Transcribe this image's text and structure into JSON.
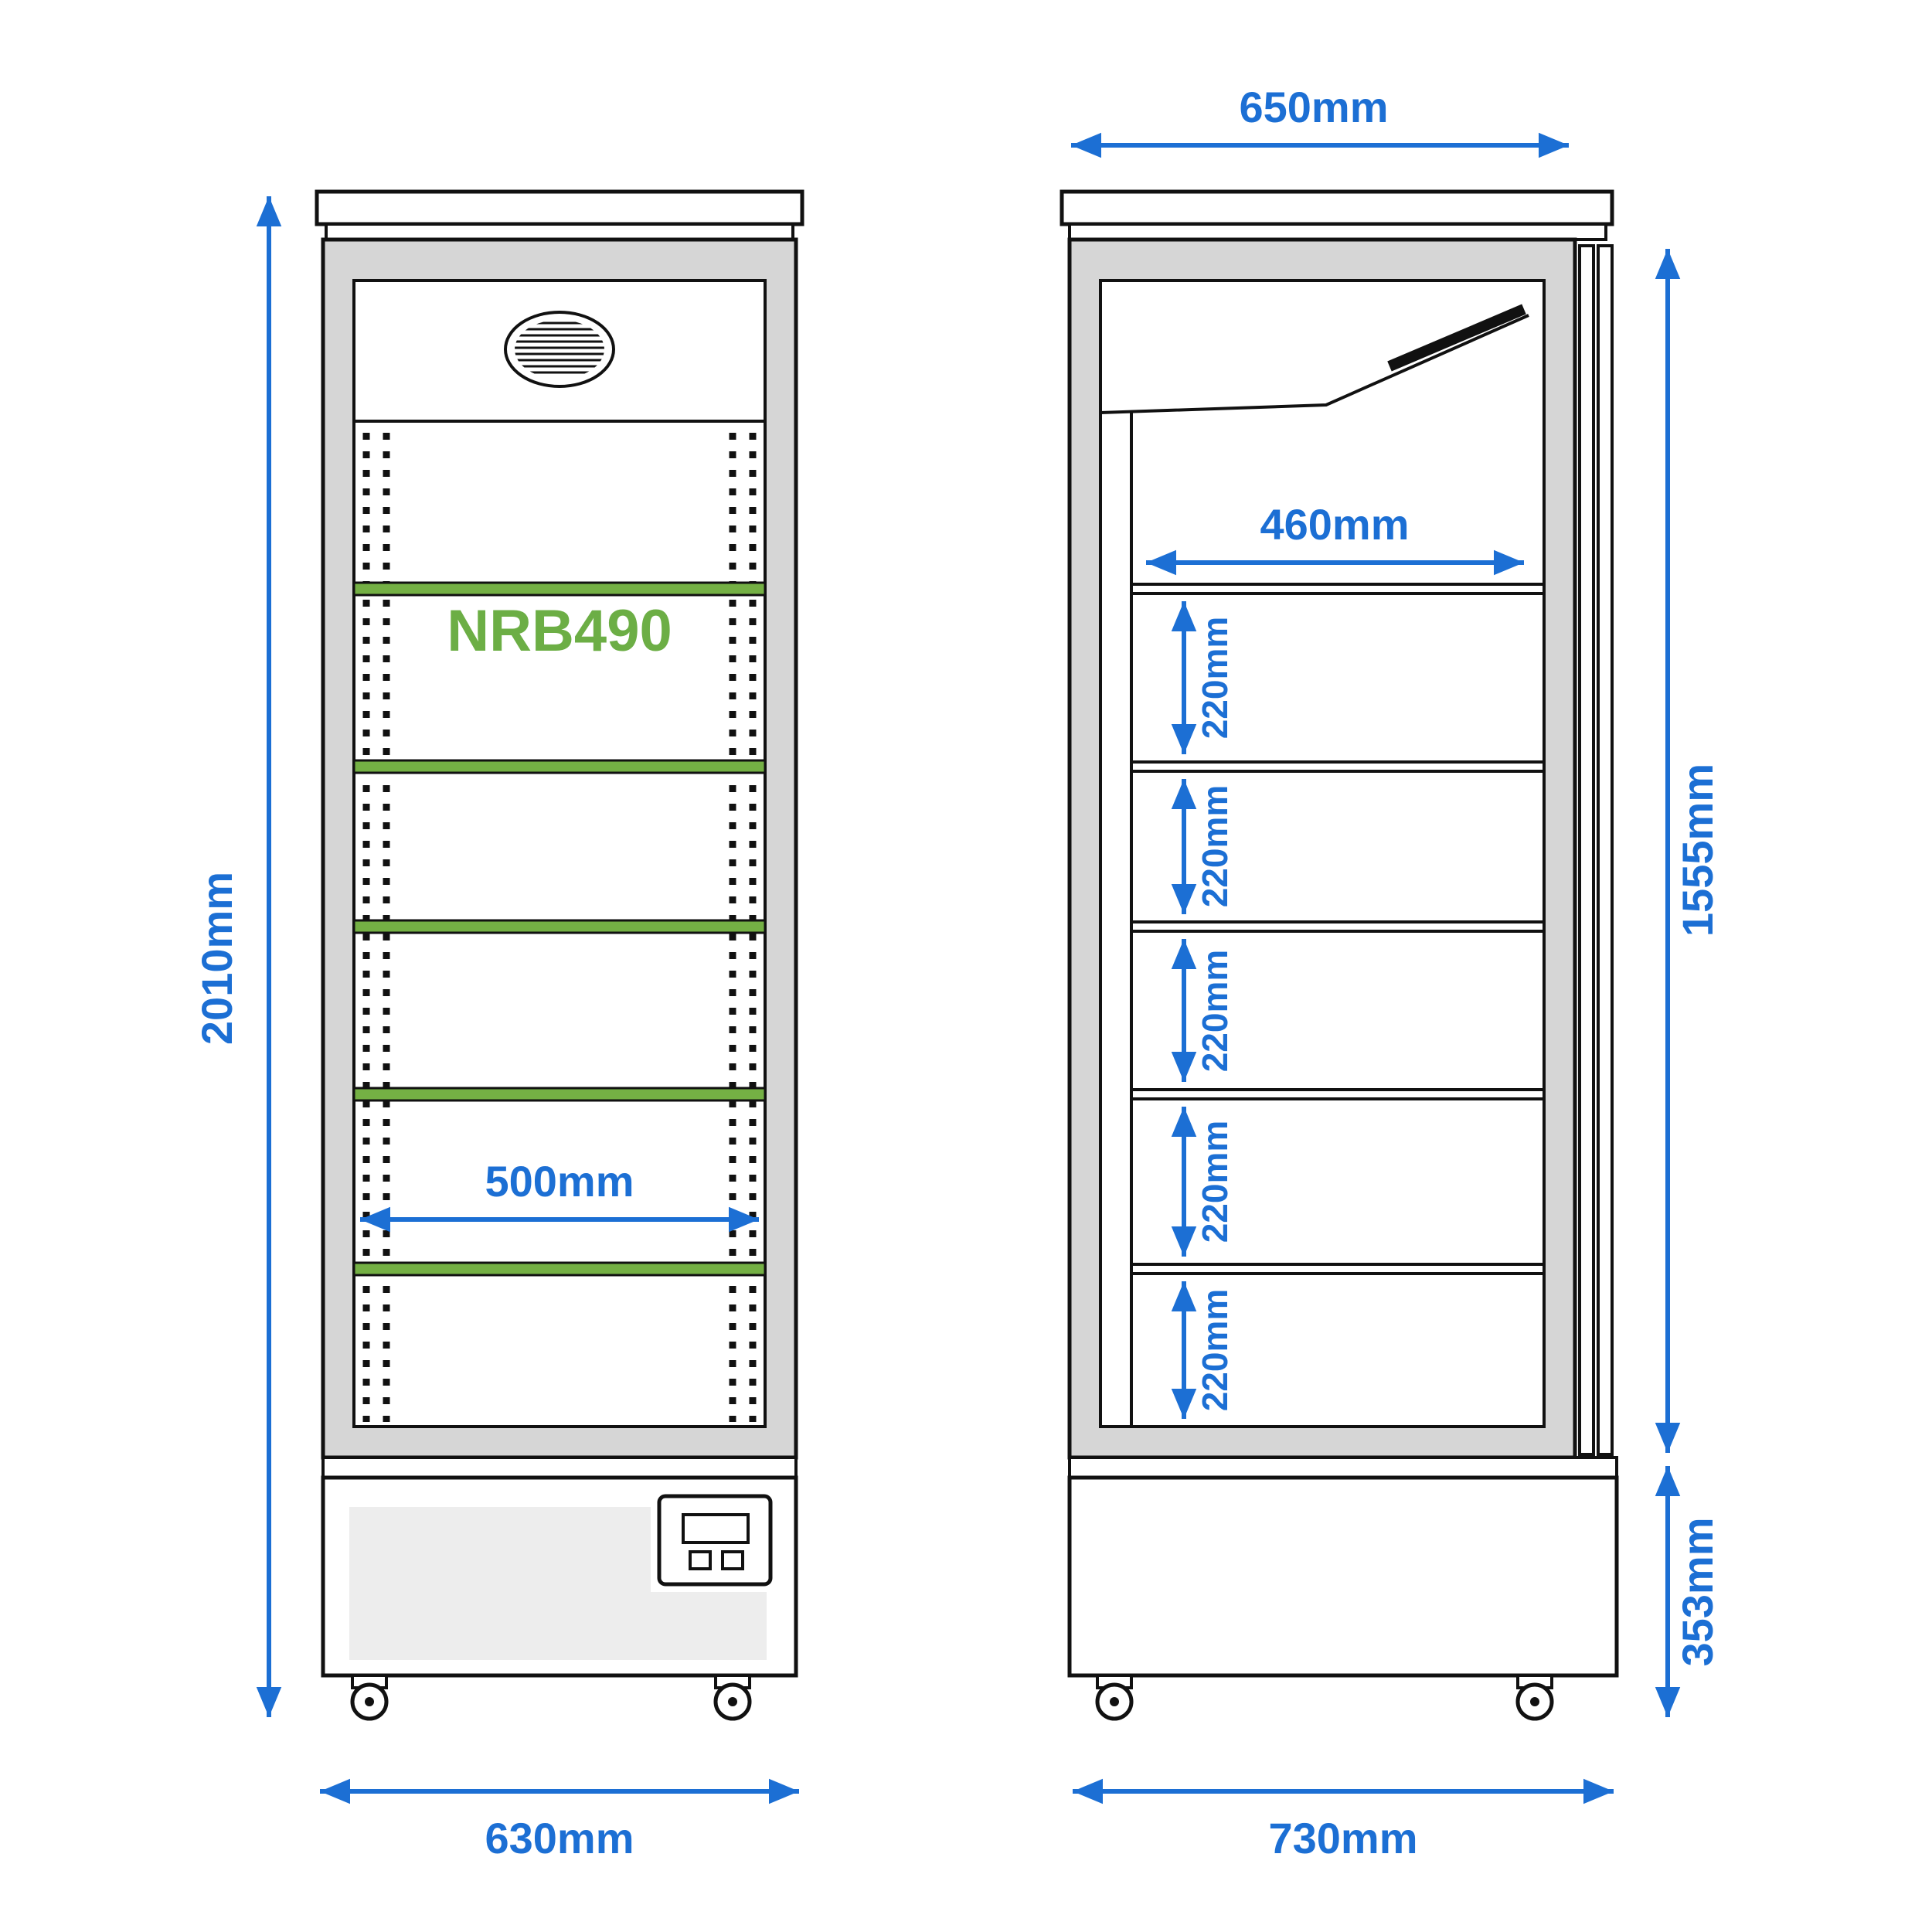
{
  "diagram": {
    "model": "NRB490",
    "front_view": {
      "shelf_count": 5,
      "dimensions": {
        "overall_height": "2010mm",
        "shelf_width": "500mm",
        "overall_width": "630mm"
      }
    },
    "side_view": {
      "shelf_count": 5,
      "dimensions": {
        "top_depth": "650mm",
        "shelf_depth": "460mm",
        "interior_height": "1555mm",
        "base_height": "353mm",
        "overall_depth": "730mm"
      },
      "shelf_gaps": [
        "220mm",
        "220mm",
        "220mm",
        "220mm",
        "220mm"
      ]
    },
    "colors": {
      "dimension_blue": "#1c6fd4",
      "shelf_green": "#74b044",
      "model_green": "#6cae45",
      "frame_gray": "#d6d6d6",
      "panel_gray": "#ededed",
      "line_black": "#111111"
    }
  }
}
